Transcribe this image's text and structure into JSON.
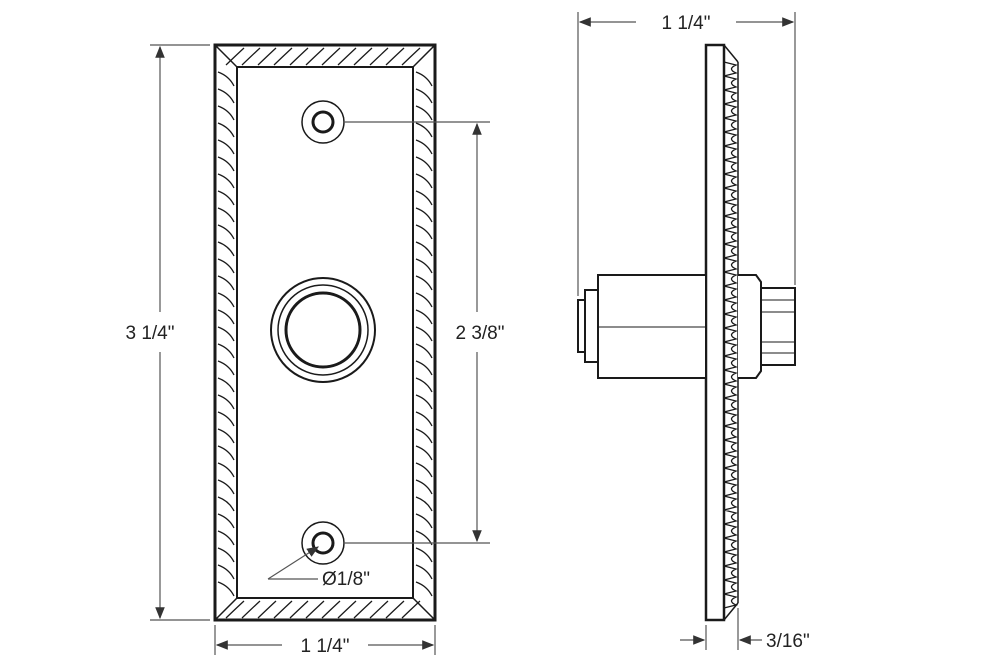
{
  "front_view": {
    "height_label": "3 1/4\"",
    "hole_spacing_label": "2 3/8\"",
    "width_label": "1 1/4\"",
    "hole_diameter_label": "Ø1/8\""
  },
  "side_view": {
    "depth_label": "1 1/4\"",
    "plate_thickness_label": "3/16\""
  },
  "colors": {
    "line": "#1a1a1a",
    "dim": "#555555"
  }
}
